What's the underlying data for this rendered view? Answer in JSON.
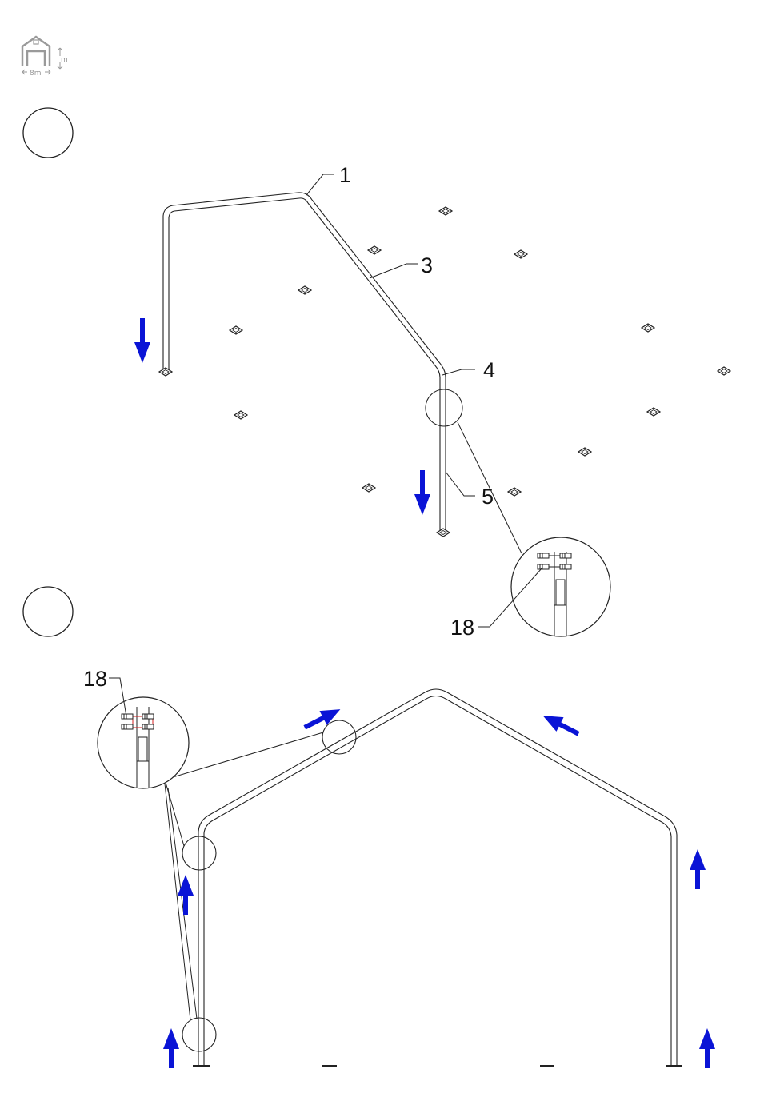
{
  "header": {
    "tent_icon": "tent-icon",
    "width_label": "8m",
    "height_label": "m"
  },
  "steps": [
    {
      "number": "",
      "circle": "step-circle"
    },
    {
      "number": "",
      "circle": "step-circle"
    }
  ],
  "step1": {
    "labels": {
      "part_1": "1",
      "part_3": "3",
      "part_4": "4",
      "part_5": "5",
      "part_18": "18"
    }
  },
  "step2": {
    "labels": {
      "part_18": "18"
    }
  },
  "colors": {
    "arrow": "#0a14d6",
    "line": "#222222",
    "detail_red": "#d42020",
    "icon_gray": "#9a9a9a"
  }
}
